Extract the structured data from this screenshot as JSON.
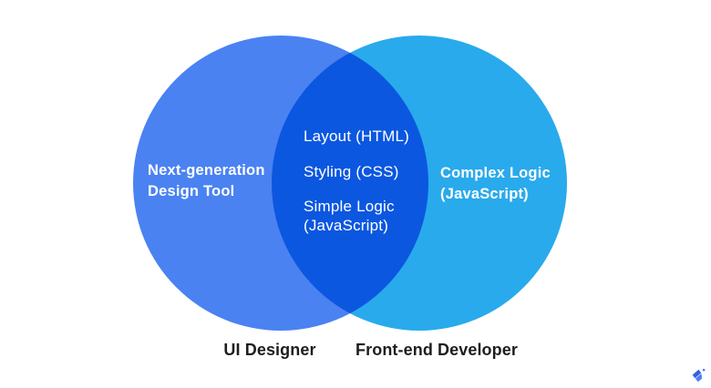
{
  "venn": {
    "left": {
      "label": "Next-generation\nDesign Tool",
      "footer": "UI Designer",
      "color": "#4a82f2"
    },
    "right": {
      "label": "Complex Logic\n(JavaScript)",
      "footer": "Front-end Developer",
      "color": "#29aaec"
    },
    "overlap_items": [
      "Layout (HTML)",
      "Styling (CSS)",
      "Simple Logic\n(JavaScript)"
    ],
    "overlap_color": "#0c57e0"
  },
  "colors": {
    "background": "#ffffff",
    "circle_text": "#ffffff",
    "footer_text": "#1d1e21",
    "logo_blue": "#3560dd",
    "logo_light_blue": "#4a82f2"
  },
  "icons": {
    "logo": "toptal-logo"
  }
}
